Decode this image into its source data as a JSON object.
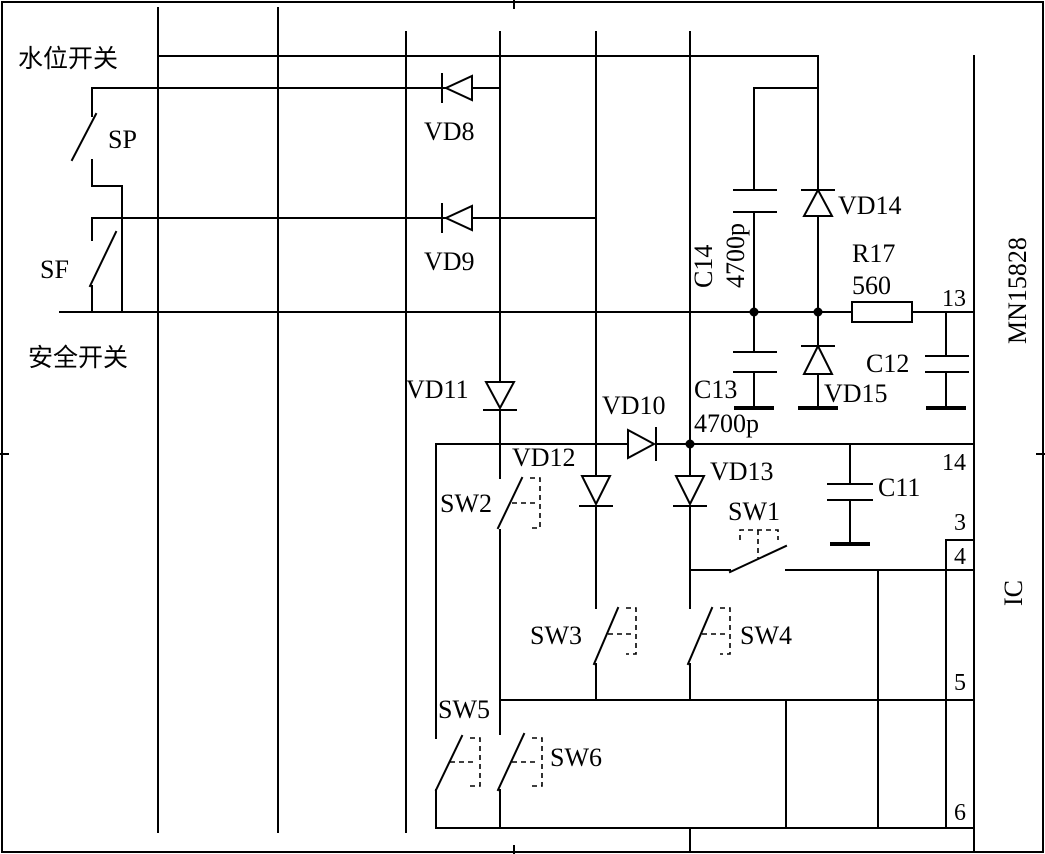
{
  "labels": {
    "water_switch": "水位开关",
    "safety_switch": "安全开关",
    "sp": "SP",
    "sf": "SF",
    "vd8": "VD8",
    "vd9": "VD9",
    "vd10": "VD10",
    "vd11": "VD11",
    "vd12": "VD12",
    "vd13": "VD13",
    "vd14": "VD14",
    "vd15": "VD15",
    "c11": "C11",
    "c12": "C12",
    "c13": "C13",
    "c13_value": "4700p",
    "c14": "C14",
    "c14_value": "4700p",
    "r17": "R17",
    "r17_value": "560",
    "sw1": "SW1",
    "sw2": "SW2",
    "sw3": "SW3",
    "sw4": "SW4",
    "sw5": "SW5",
    "sw6": "SW6",
    "ic_part": "MN15828",
    "ic": "IC"
  },
  "pins": {
    "p13": "13",
    "p14": "14",
    "p3": "3",
    "p4": "4",
    "p5": "5",
    "p6": "6"
  }
}
